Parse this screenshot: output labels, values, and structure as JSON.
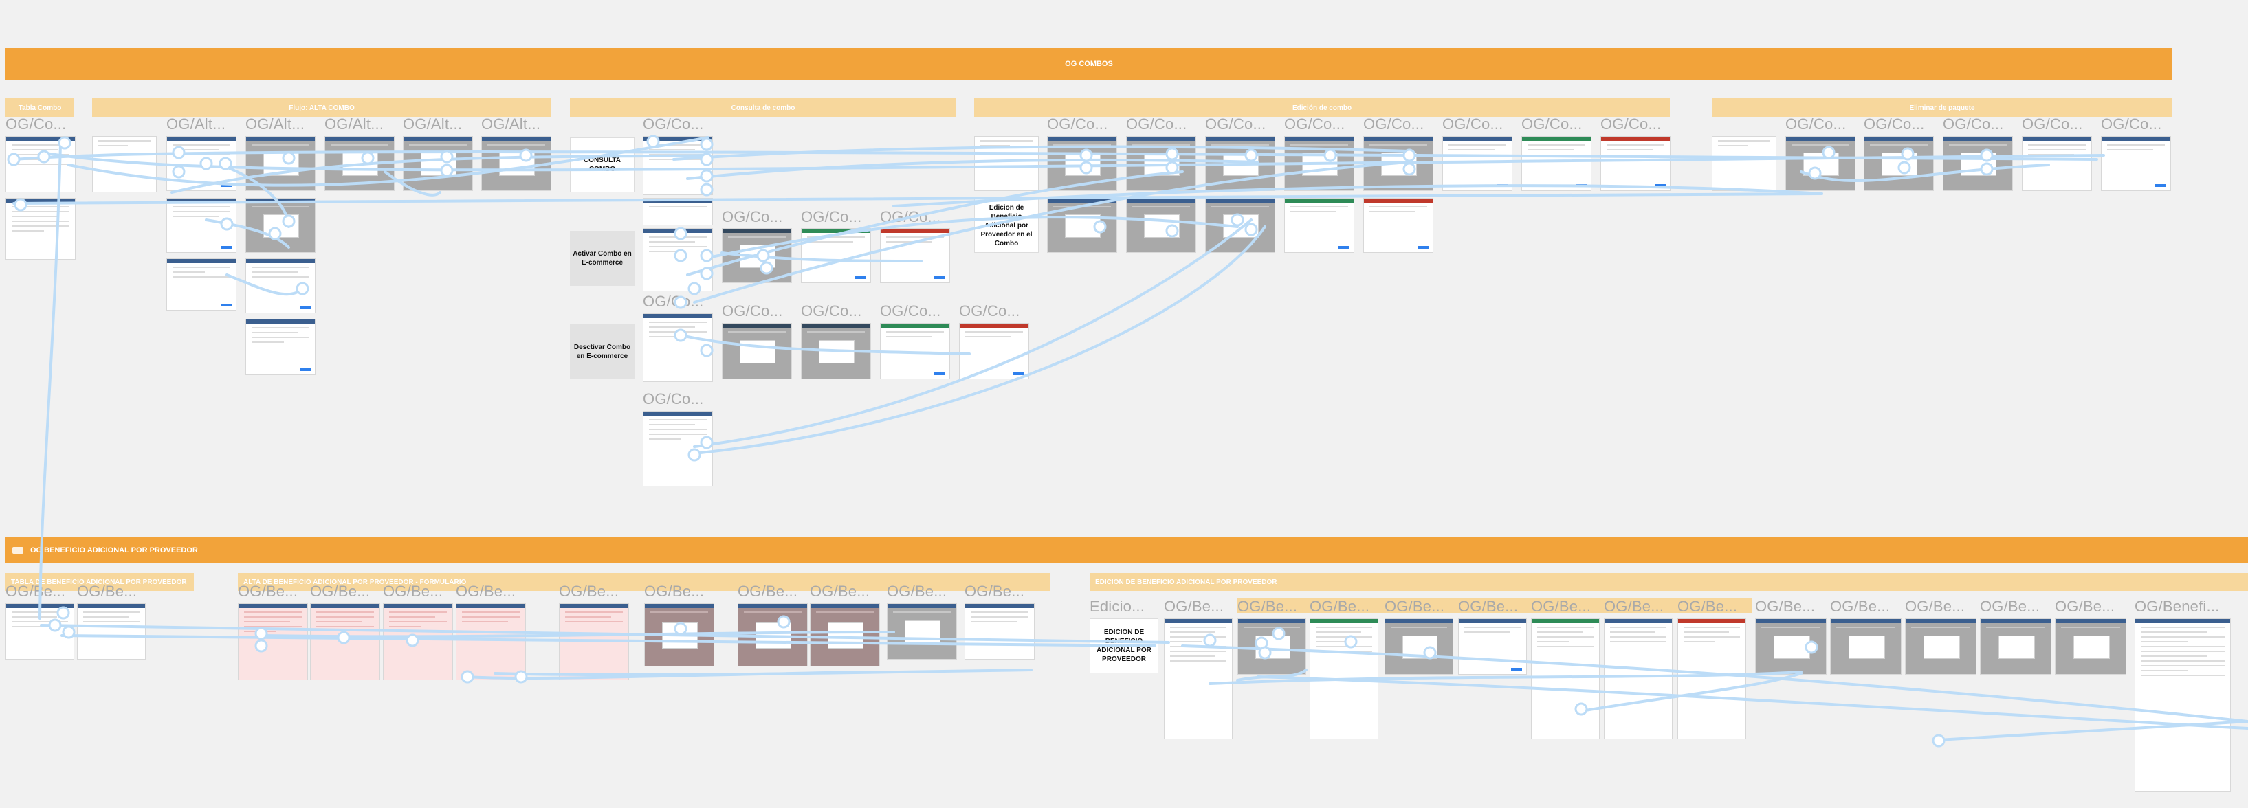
{
  "banners": {
    "top": "OG COMBOS",
    "bottom": "OG BENEFICIO ADICIONAL POR PROVEEDOR"
  },
  "sections": {
    "tabla_combo": "Tabla Combo",
    "flujo_alta": "Flujo: ALTA COMBO",
    "consulta": "Consulta de combo",
    "edicion": "Edición de combo",
    "eliminar": "Eliminar de paquete",
    "tabla_beneficio": "TABLA DE BENEFICIO ADICIONAL POR PROVEEDOR",
    "alta_beneficio": "ALTA DE BENEFICIO ADICIONAL POR PROVEEDOR - FORMULARIO",
    "edicion_beneficio": "EDICION DE BENEFICIO ADICIONAL POR PROVEEDOR"
  },
  "frame_titles": {
    "og_co": "OG/Co...",
    "og_alt": "OG/Alt...",
    "og_be": "OG/Be...",
    "og_benefi": "OG/Benefi...",
    "edicio": "Edicio..."
  },
  "notes": {
    "activar": "Activar Combo en E-commerce",
    "desactivar": "Desctivar Combo en E-commerce",
    "beneficio_edit": "Edicion de Beneficio Adicional por Proveedor en el Combo",
    "edicion_beneficio": "EDICION DE BENEFICIO ADICIONAL POR PROVEEDOR",
    "consulta_combo": "CONSULTA COMBO"
  },
  "colors": {
    "banner": "#f2a33a",
    "section": "#f7d79c",
    "connector": "#bcdcf7",
    "canvas": "#f1f1f1"
  }
}
